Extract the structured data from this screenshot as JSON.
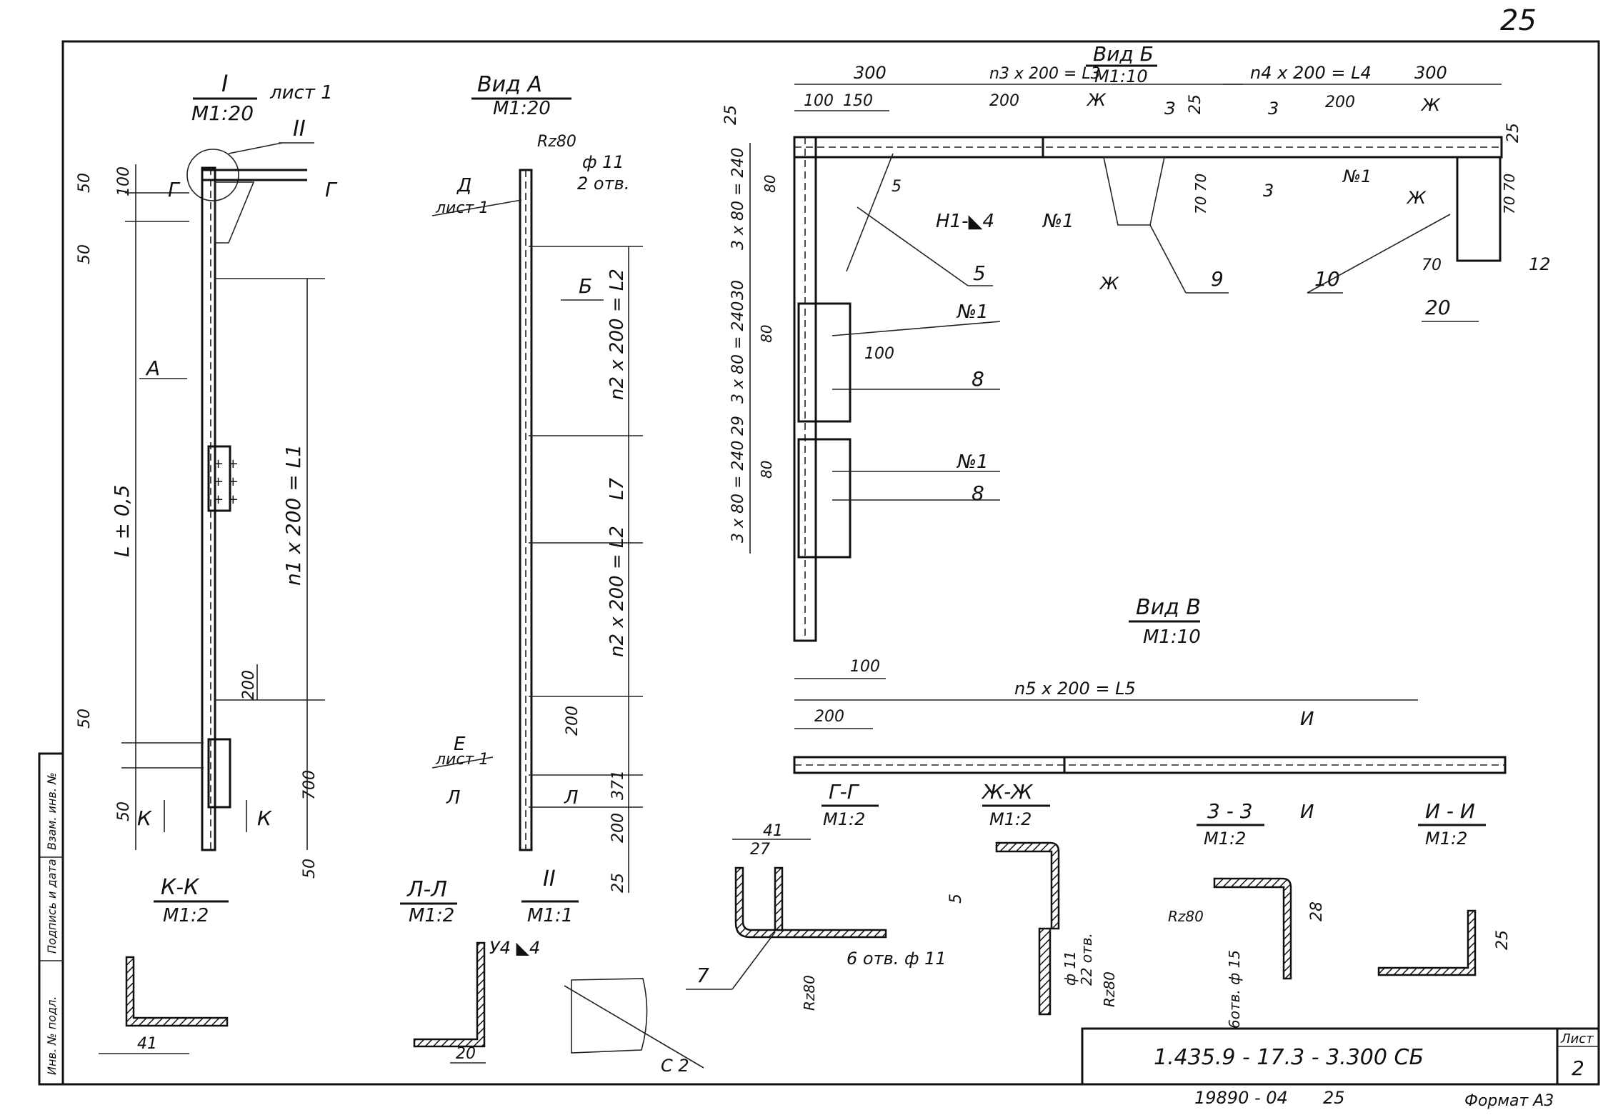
{
  "page_number": "25",
  "views": {
    "view1_title": "I",
    "view1_scale": "M1:20",
    "view1_sheet_ref": "лист 1",
    "view1_node": "II",
    "viewA_title": "Вид А",
    "viewA_scale": "M1:20",
    "viewB_title": "Вид Б",
    "viewB_scale": "M1:10",
    "viewV_title": "Вид В",
    "viewV_scale": "M1:10"
  },
  "dims": {
    "d_50a": "50",
    "d_100": "100",
    "d_50b": "50",
    "d_L": "L ± 0,5",
    "d_L1": "n1 x 200 = L1",
    "d_200a": "200",
    "d_700": "700",
    "d_50c": "50",
    "d_50d": "50",
    "d_50e": "50",
    "a_R80": "Rz80",
    "a_phi11": "ф 11",
    "a_2otv": "2 отв.",
    "a_D": "Д",
    "a_D_sheet": "лист 1",
    "a_B": "Б",
    "a_L2a": "n2 x 200 = L2",
    "a_L7": "L7",
    "a_L2b": "n2 x 200 = L2",
    "a_200": "200",
    "a_371": "371",
    "a_200b": "200",
    "a_25": "25",
    "a_E": "Е",
    "a_E_sheet": "лист 1",
    "a_L_cut": "Л",
    "b_300": "300",
    "b_L3": "n3 x 200 = L3",
    "b_L4": "n4 x 200 = L4",
    "b_300r": "300",
    "b_100": "100",
    "b_150": "150",
    "b_200": "200",
    "b_Zh": "Ж",
    "b_Z": "З",
    "b_25": "25",
    "b_3": "3",
    "b_200r": "200",
    "b_Zh_r": "Ж",
    "b_25r": "25",
    "b_25l": "25",
    "b_3x80a": "3 x 80 = 240",
    "b_80": "80",
    "b_70_70": "70 70",
    "b_5": "5",
    "b_weld": "Н1-◣4",
    "b_n1": "№1",
    "b_3s": "3",
    "b_n1b": "№1",
    "b_Zh2": "Ж",
    "b_70": "70",
    "b_12": "12",
    "b_Zh_bottom": "Ж",
    "b_pos5": "5",
    "b_pos9": "9",
    "b_pos10": "10",
    "b_pos20": "20",
    "b_30": "30",
    "b_3x80b": "3 x 80 = 240",
    "b_80b": "80",
    "b_n1c": "№1",
    "b_100c": "100",
    "b_pos8": "8",
    "b_29": "29",
    "b_3x80c": "3 x 80 = 240",
    "b_80c": "80",
    "b_n1d": "№1",
    "b_pos8b": "8",
    "b_100d": "100",
    "v_L5": "n5 x 200 = L5",
    "v_200": "200",
    "v_I": "И"
  },
  "sections": {
    "kk_title": "К-К",
    "kk_scale": "M1:2",
    "kk_41": "41",
    "ll_title": "Л-Л",
    "ll_scale": "M1:2",
    "ll_20": "20",
    "n2_title": "II",
    "n2_scale": "M1:1",
    "n2_weld": "У4 ◣4",
    "n2_c2": "С 2",
    "gg_title": "Г-Г",
    "gg_scale": "M1:2",
    "gg_41": "41",
    "gg_27": "27",
    "gg_7": "7",
    "gg_6otv": "6 отв. ф 11",
    "gg_R80": "Rz80",
    "zz_title": "Ж-Ж",
    "zz_scale": "M1:2",
    "zz_5": "5",
    "zz_phi": "ф 11",
    "zz_22": "22 отв.",
    "zz_R80": "Rz80",
    "z3_title": "3 - 3",
    "z3_scale": "M1:2",
    "z3_R80": "Rz80",
    "z3_28": "28",
    "z3_otv": "6отв. ф 15",
    "ii_title": "И - И",
    "ii_scale": "M1:2",
    "ii_25": "25"
  },
  "title_block": {
    "code": "1.435.9 - 17.3 - 3.300  СБ",
    "sheet_label": "Лист",
    "sheet_no": "2",
    "inv": "19890 - 04",
    "inv_page": "25",
    "format": "Формат А3"
  },
  "side_strip": [
    "Инв. № подл.",
    "Подпись и дата",
    "Взам. инв. №"
  ]
}
